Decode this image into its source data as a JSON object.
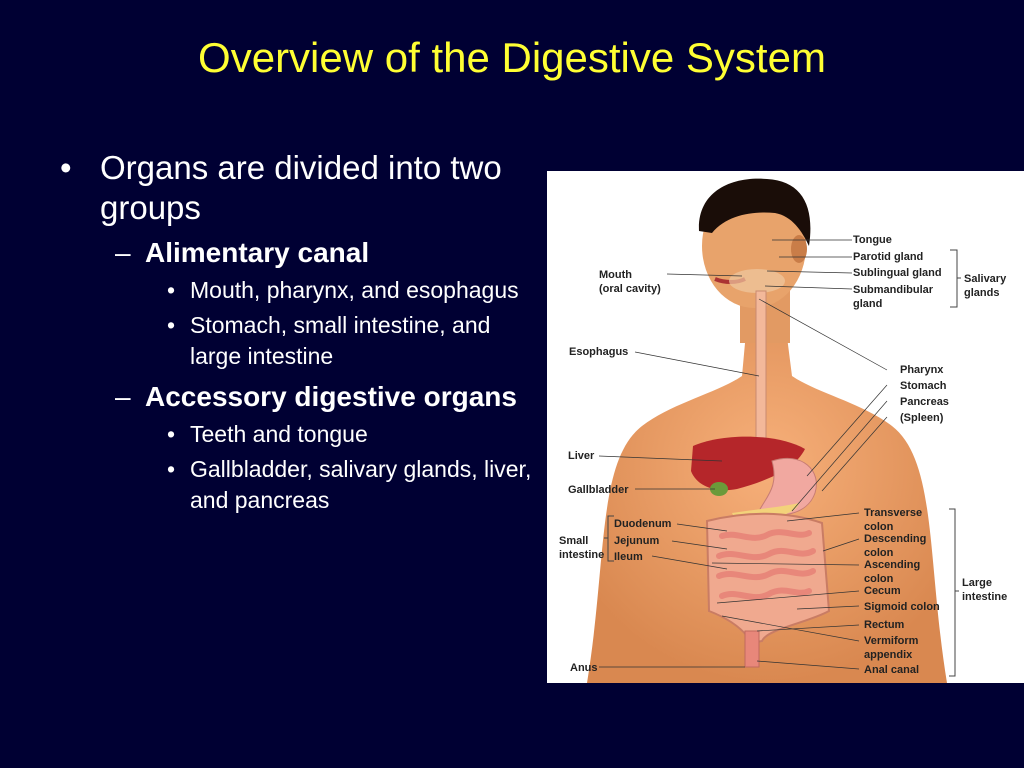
{
  "title": "Overview of the Digestive System",
  "bullets": {
    "main": "Organs are divided into two groups",
    "group1": {
      "heading": "Alimentary canal",
      "items": [
        "Mouth, pharynx, and esophagus",
        "Stomach, small intestine, and large intestine"
      ]
    },
    "group2": {
      "heading": "Accessory digestive organs",
      "items": [
        "Teeth and tongue",
        "Gallbladder, salivary glands, liver, and pancreas"
      ]
    }
  },
  "figure": {
    "labels": {
      "tongue": "Tongue",
      "parotid": "Parotid gland",
      "sublingual": "Sublingual gland",
      "submandibular_1": "Submandibular",
      "submandibular_2": "gland",
      "salivary_1": "Salivary",
      "salivary_2": "glands",
      "mouth_1": "Mouth",
      "mouth_2": "(oral cavity)",
      "esophagus": "Esophagus",
      "pharynx": "Pharynx",
      "stomach": "Stomach",
      "pancreas": "Pancreas",
      "spleen": "(Spleen)",
      "liver": "Liver",
      "gallbladder": "Gallbladder",
      "transverse_1": "Transverse",
      "transverse_2": "colon",
      "descending_1": "Descending",
      "descending_2": "colon",
      "ascending_1": "Ascending",
      "ascending_2": "colon",
      "cecum": "Cecum",
      "sigmoid": "Sigmoid colon",
      "rectum": "Rectum",
      "vermiform_1": "Vermiform",
      "vermiform_2": "appendix",
      "anal_canal": "Anal canal",
      "large_intestine_1": "Large",
      "large_intestine_2": "intestine",
      "duodenum": "Duodenum",
      "jejunum": "Jejunum",
      "ileum": "Ileum",
      "small_intestine_1": "Small",
      "small_intestine_2": "intestine",
      "anus": "Anus"
    }
  }
}
